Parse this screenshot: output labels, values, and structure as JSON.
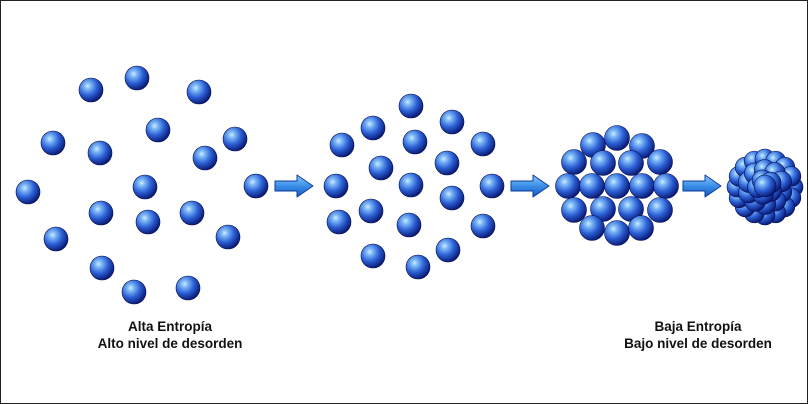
{
  "captions": {
    "high_entropy_title": "Alta Entropía",
    "high_entropy_sub": "Alto nivel de desorden",
    "low_entropy_title": "Baja Entropía",
    "low_entropy_sub": "Bajo nivel de desorden"
  },
  "colors": {
    "sphere_highlight": "#bfe2ff",
    "sphere_mid": "#2d63d6",
    "sphere_dark": "#07156e",
    "arrow_fill": "#3a8fe8",
    "arrow_stroke": "#0b3c9c"
  },
  "icons": [
    "sphere-icon",
    "right-arrow-icon"
  ]
}
